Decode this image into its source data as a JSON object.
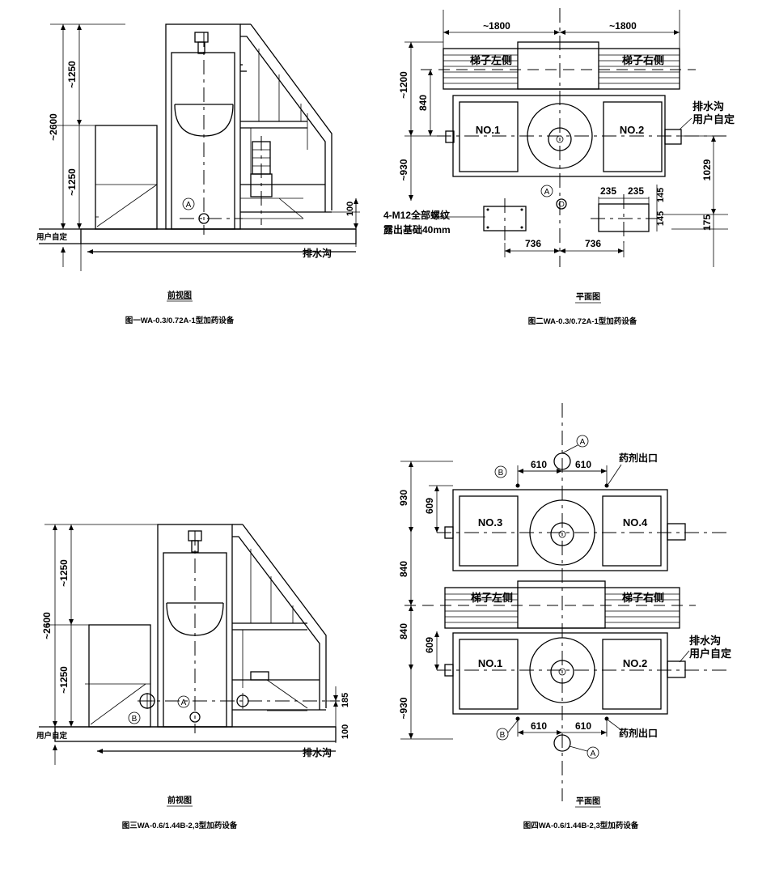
{
  "fig1": {
    "subtitle": "前视图",
    "caption": "图一WA-0.3/0.72A-1型加药设备",
    "dims": {
      "total_h": "~2600",
      "upper_h": "~1250",
      "lower_h": "~1250",
      "base_h": "100"
    },
    "labels": {
      "user_defined": "用户自定",
      "drain": "排水沟",
      "marker_a": "A"
    }
  },
  "fig2": {
    "subtitle": "平面图",
    "caption": "图二WA-0.3/0.72A-1型加药设备",
    "dims": {
      "w_left": "~1800",
      "w_right": "~1800",
      "h_ladder": "~1200",
      "h_840": "840",
      "h_930": "~930",
      "h_1029": "1029",
      "h_175": "175",
      "w_235a": "235",
      "w_235b": "235",
      "h_145a": "145",
      "h_145b": "145",
      "w_736a": "736",
      "w_736b": "736"
    },
    "labels": {
      "ladder_left": "梯子左侧",
      "ladder_right": "梯子右侧",
      "tank1": "NO.1",
      "tank2": "NO.2",
      "drain": "排水沟",
      "user_defined": "用户自定",
      "bolt_line1": "4-M12全部螺纹",
      "bolt_line2": "露出基础40mm",
      "marker_a": "A"
    }
  },
  "fig3": {
    "subtitle": "前视图",
    "caption": "图三WA-0.6/1.44B-2,3型加药设备",
    "dims": {
      "total_h": "~2600",
      "upper_h": "~1250",
      "lower_h": "~1250",
      "h_185": "185",
      "base_h": "100"
    },
    "labels": {
      "user_defined": "用户自定",
      "drain": "排水沟",
      "marker_a": "A",
      "marker_b": "B"
    }
  },
  "fig4": {
    "subtitle": "平面图",
    "caption": "图四WA-0.6/1.44B-2,3型加药设备",
    "dims": {
      "h_930_top": "930",
      "h_609_top": "609",
      "h_840_a": "840",
      "h_840_b": "840",
      "h_609_bot": "609",
      "h_930_bot": "~930",
      "w_610_a": "610",
      "w_610_b": "610",
      "w_610_c": "610",
      "w_610_d": "610"
    },
    "labels": {
      "ladder_left": "梯子左侧",
      "ladder_right": "梯子右侧",
      "tank3": "NO.3",
      "tank4": "NO.4",
      "tank1": "NO.1",
      "tank2": "NO.2",
      "drain": "排水沟",
      "user_defined": "用户自定",
      "outlet_top": "药剂出口",
      "outlet_bottom": "药剂出口",
      "marker_a_top": "A",
      "marker_b_top": "B",
      "marker_a_bot": "A",
      "marker_b_bot": "B"
    }
  }
}
